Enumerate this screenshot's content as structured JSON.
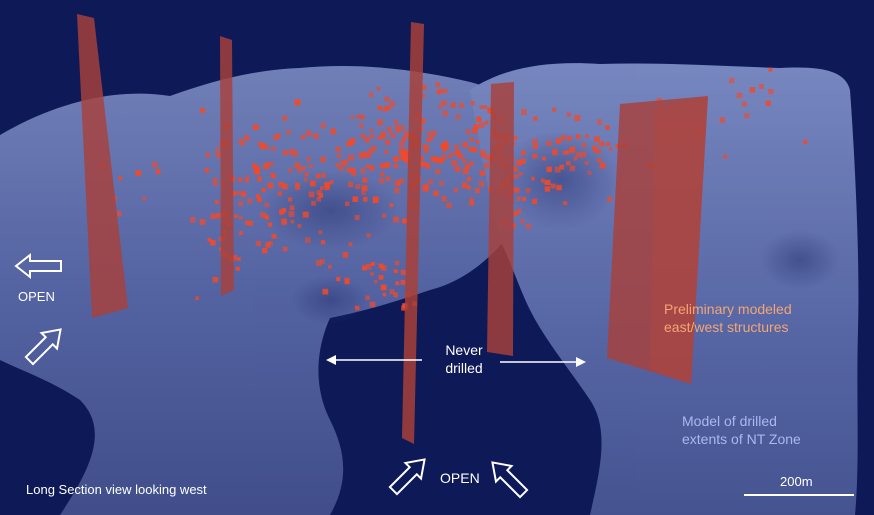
{
  "annotations": {
    "open_left": "OPEN",
    "open_bottom": "OPEN",
    "never_drilled_line1": "Never",
    "never_drilled_line2": "drilled",
    "structures_line1": "Preliminary modeled",
    "structures_line2": "east/west structures",
    "model_line1": "Model of drilled",
    "model_line2": "extents of NT Zone",
    "view_caption": "Long  Section view looking west",
    "scale_label": "200m"
  },
  "colors": {
    "background": "#0d1a57",
    "zone_model": "#6a79b3",
    "structure_planes": "#a8413a",
    "drill_intercepts": "#ee4a2c",
    "structure_label": "#f4a672",
    "model_label": "#a9b9ee",
    "text": "#ffffff"
  }
}
